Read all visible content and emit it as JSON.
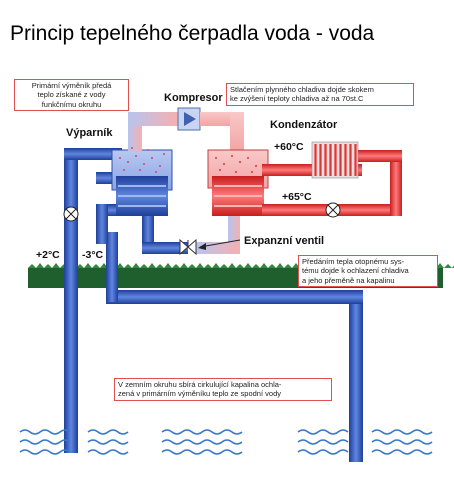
{
  "title": "Princip tepelného čerpadla voda - voda",
  "labels": {
    "kompresor": "Kompresor",
    "vyparnik": "Výparník",
    "kondenzator": "Kondenzátor",
    "expanzni_ventil": "Expanzní ventil",
    "temp_60": "+60°C",
    "temp_65": "+65°C",
    "temp_2": "+2°C",
    "temp_minus3": "-3°C"
  },
  "notes": {
    "primary_exchanger": [
      "Primární výměník předá",
      "teplo získané z vody",
      "funkčnímu okruhu"
    ],
    "compression": [
      "Stlačením plynného chladiva dojde skokem",
      "ke zvýšení teploty chladiva až na 70st.C"
    ],
    "heat_transfer": [
      "Předáním tepla otopnému sys-",
      "tému dojde k ochlazení chladiva",
      "a jeho přeměně na kapalinu"
    ],
    "ground_circuit": [
      "V zemním okruhu sbírá cirkulující kapalina ochla-",
      "zená v primárním výměníku teplo ze spodní vody"
    ]
  },
  "colors": {
    "cold_pipe": "#2f56b8",
    "warm_pipe": "#e23838",
    "ground": "#1f5f2e",
    "water_waves": "#3a78c8",
    "note_border": "#e05050"
  },
  "icons": [
    "compressor-icon",
    "valve-icon",
    "heat-exchanger-coil-icon",
    "arrow-icon"
  ]
}
